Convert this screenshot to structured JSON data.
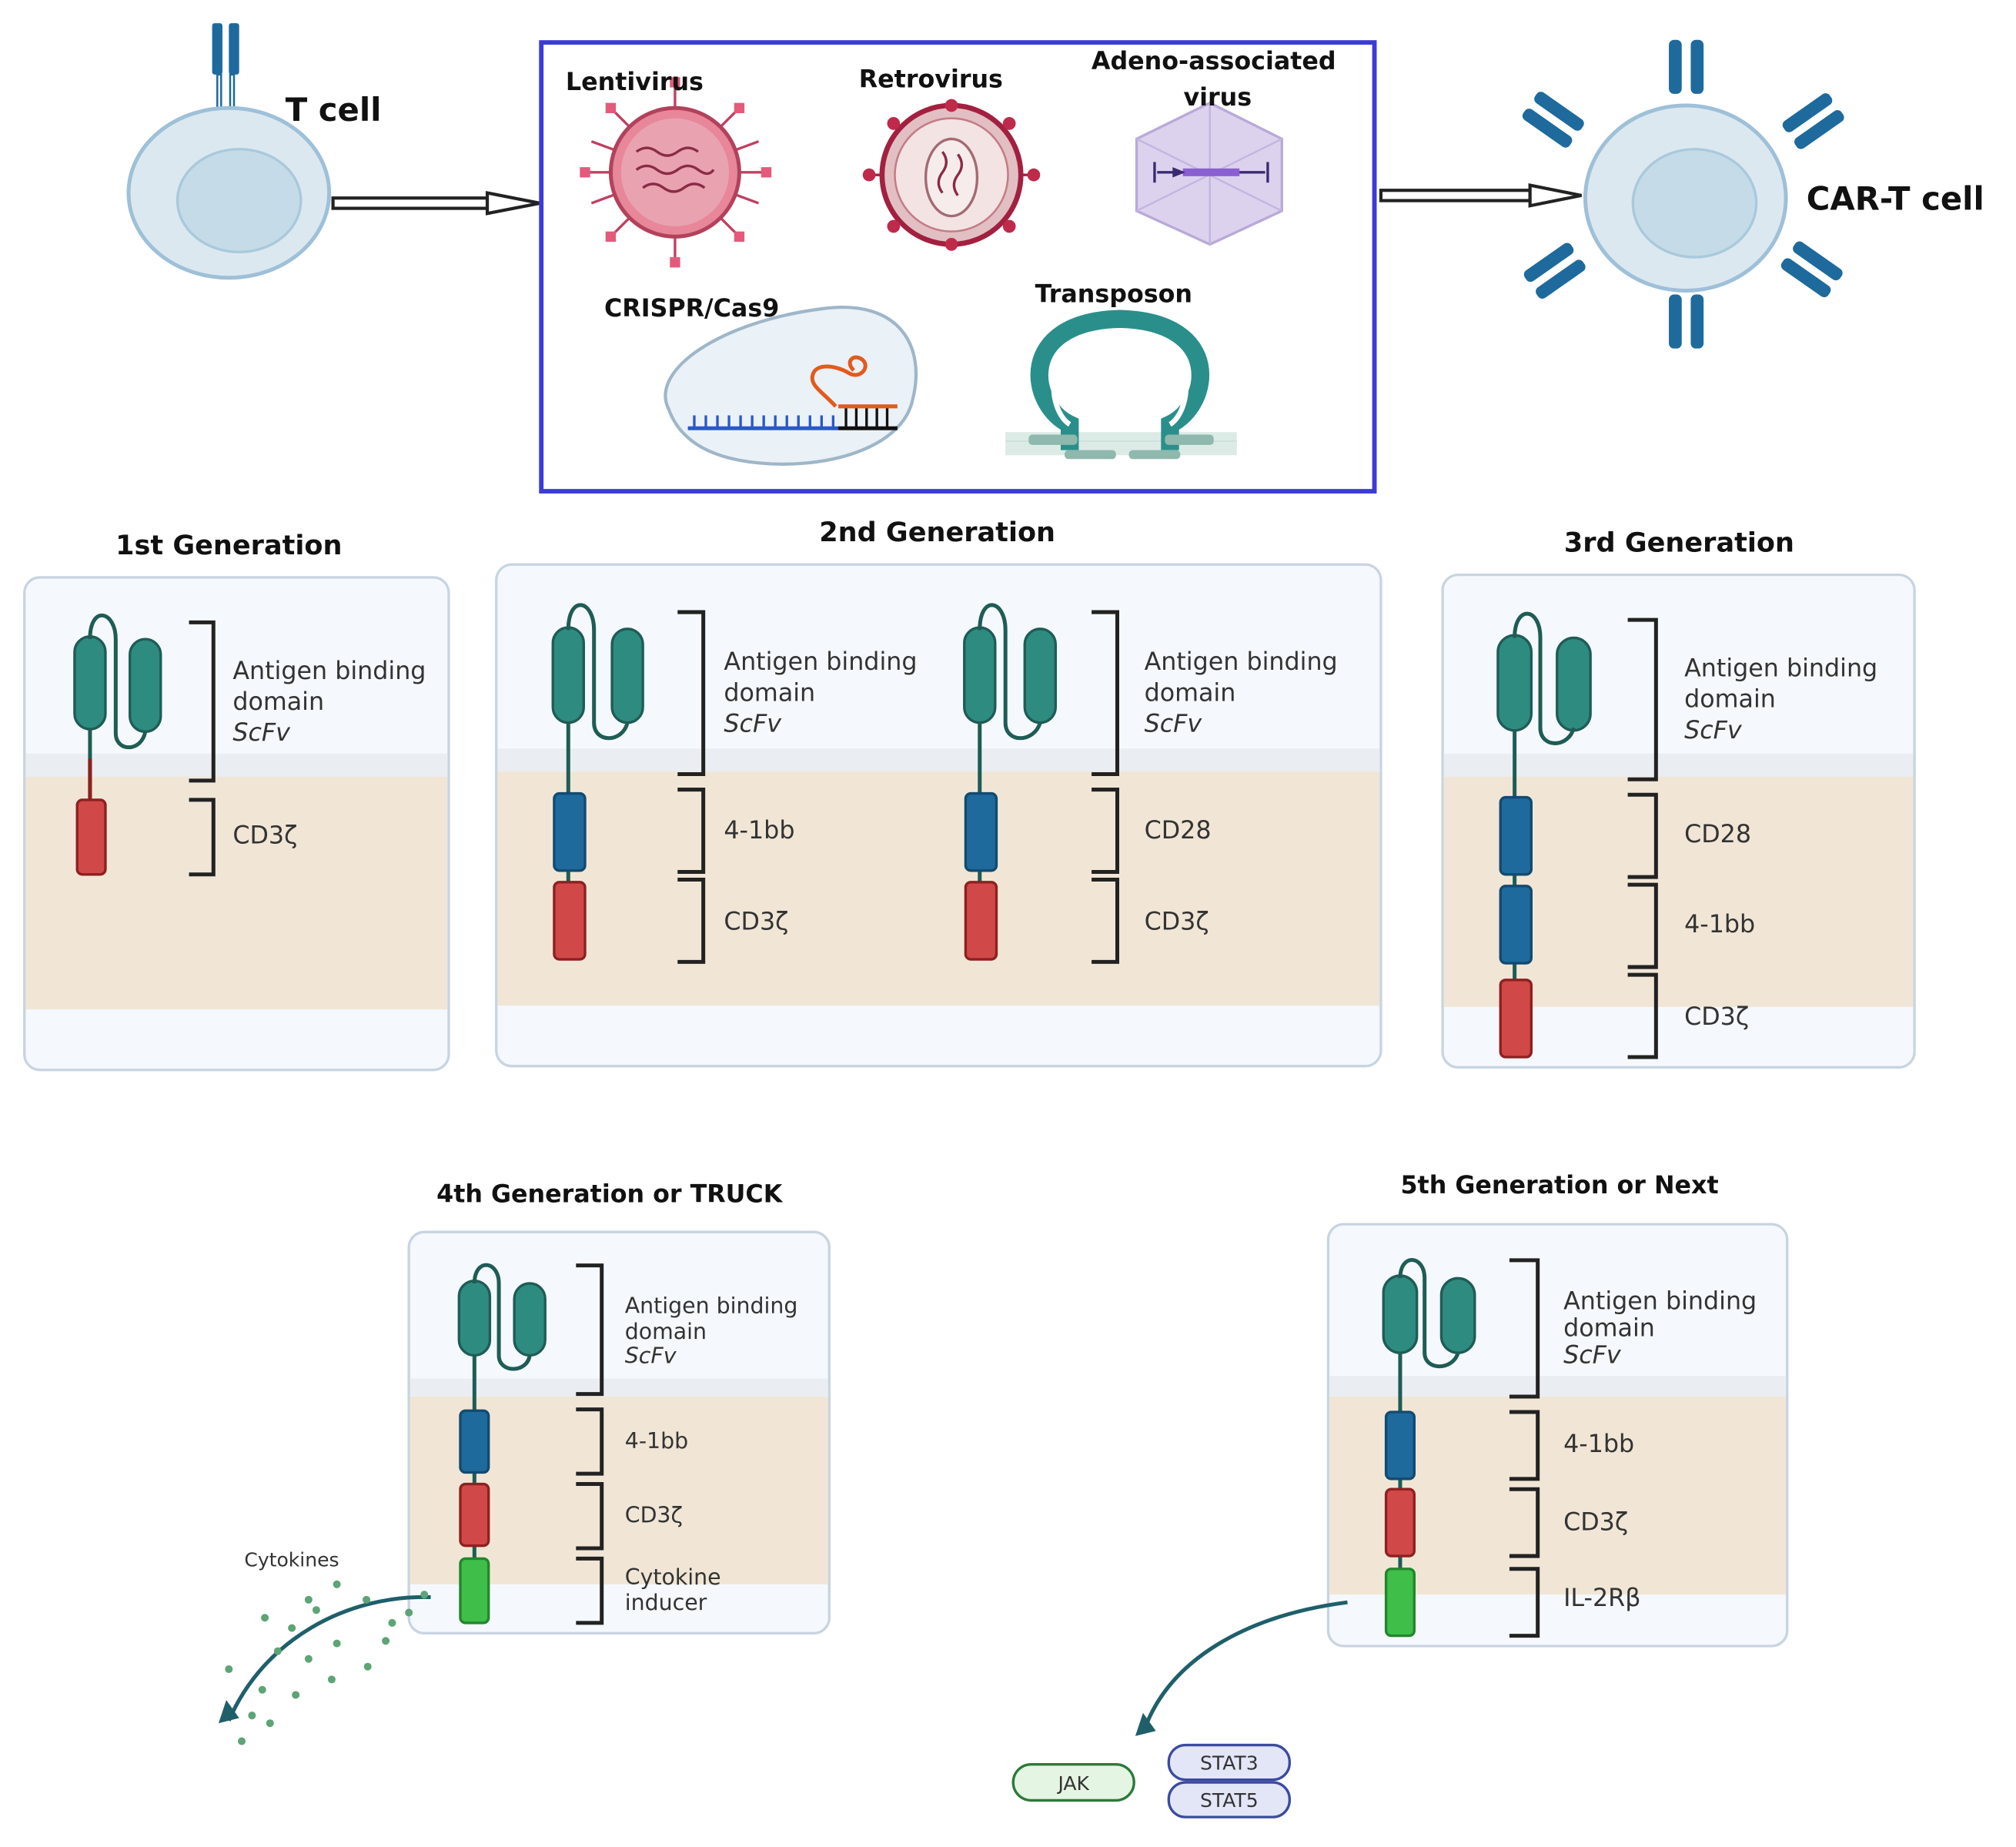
{
  "top": {
    "t_cell_label": "T cell",
    "car_t_label": "CAR-T cell",
    "methods": {
      "lentivirus": "Lentivirus",
      "retrovirus": "Retrovirus",
      "aav_line1": "Adeno-associated",
      "aav_line2": "virus",
      "crispr": "CRISPR/Cas9",
      "transposon": "Transposon"
    },
    "colors": {
      "box_border": "#3b3bd6",
      "cell_fill": "#dce8f0",
      "receptor": "#1e6a9c"
    }
  },
  "generations": {
    "gen1": {
      "title": "1st Generation",
      "binding_line1": "Antigen binding",
      "binding_line2": "domain",
      "binding_italic": "ScFv",
      "domains": [
        "CD3ζ"
      ]
    },
    "gen2": {
      "title": "2nd Generation",
      "left": {
        "binding_line1": "Antigen binding",
        "binding_line2": "domain",
        "binding_italic": "ScFv",
        "domains": [
          "4-1bb",
          "CD3ζ"
        ]
      },
      "right": {
        "binding_line1": "Antigen binding",
        "binding_line2": "domain",
        "binding_italic": "ScFv",
        "domains": [
          "CD28",
          "CD3ζ"
        ]
      }
    },
    "gen3": {
      "title": "3rd Generation",
      "binding_line1": "Antigen binding",
      "binding_line2": "domain",
      "binding_italic": "ScFv",
      "domains": [
        "CD28",
        "4-1bb",
        "CD3ζ"
      ]
    },
    "gen4": {
      "title": "4th Generation or TRUCK",
      "binding_line1": "Antigen binding",
      "binding_line2": "domain",
      "binding_italic": "ScFv",
      "domains": [
        "4-1bb",
        "CD3ζ"
      ],
      "inducer_line1": "Cytokine",
      "inducer_line2": "inducer",
      "cytokines_label": "Cytokines"
    },
    "gen5": {
      "title": "5th Generation or Next",
      "binding_line1": "Antigen binding",
      "binding_line2": "domain",
      "binding_italic": "ScFv",
      "domains": [
        "4-1bb",
        "CD3ζ",
        "IL-2Rβ"
      ],
      "jak": "JAK",
      "stat3": "STAT3",
      "stat5": "STAT5"
    }
  },
  "domain_colors": {
    "scfv": "#2e8b80",
    "costim": "#1e6a9c",
    "cd3z": "#d04848",
    "inducer": "#3fbe4a",
    "cytoplasm": "#f1e6d6"
  }
}
